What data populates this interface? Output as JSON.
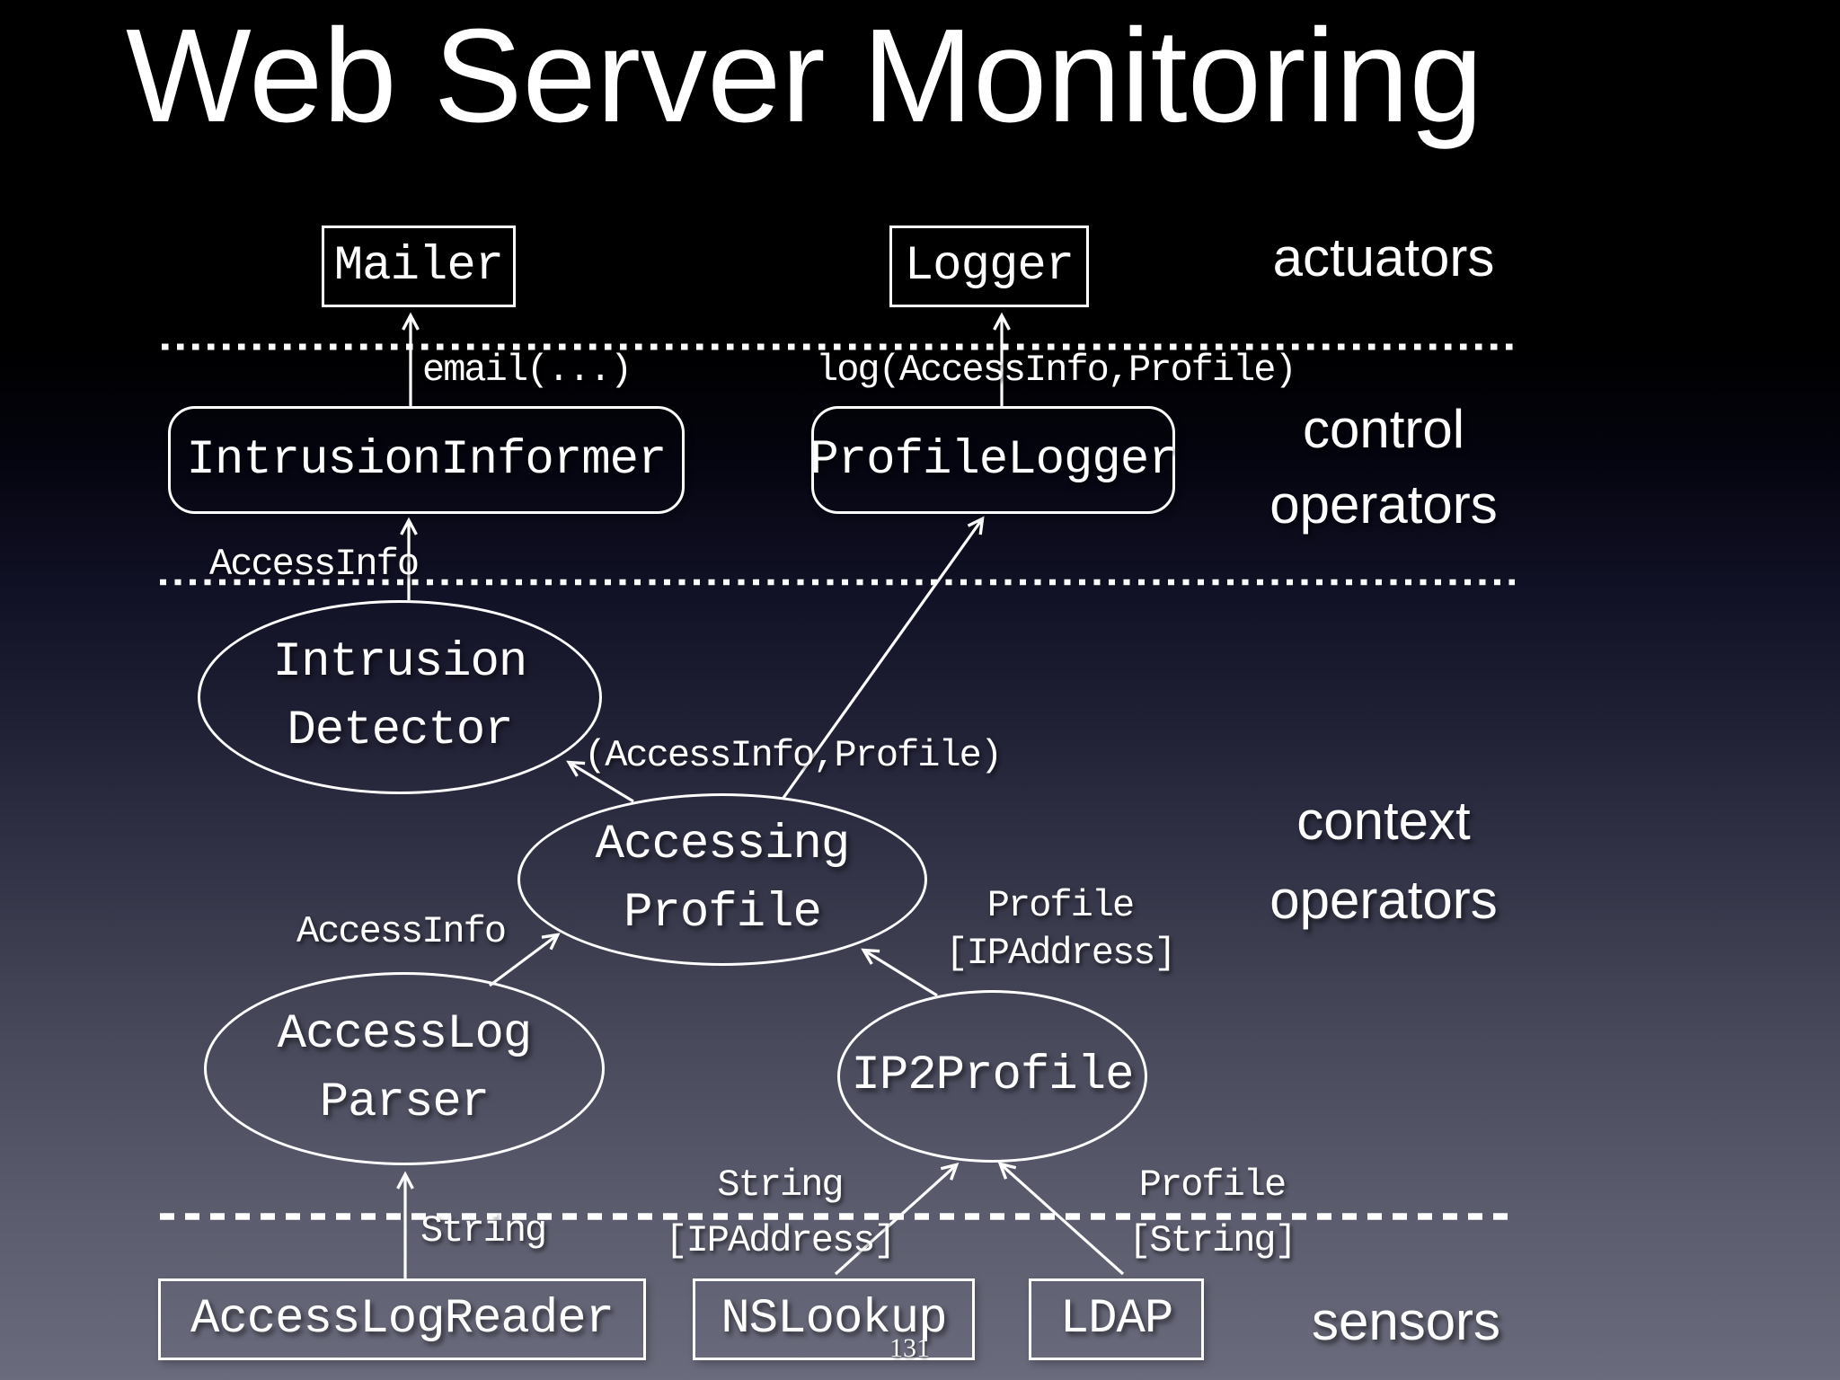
{
  "slide": {
    "title": "Web Server Monitoring",
    "page_number": "131"
  },
  "layer_labels": {
    "actuators": "actuators",
    "control_1": "control",
    "control_2": "operators",
    "context_1": "context",
    "context_2": "operators",
    "sensors": "sensors"
  },
  "nodes": {
    "mailer": "Mailer",
    "logger": "Logger",
    "intrusion_informer": "IntrusionInformer",
    "profile_logger": "ProfileLogger",
    "intrusion_detector_1": "Intrusion",
    "intrusion_detector_2": "Detector",
    "accessing_profile_1": "Accessing",
    "accessing_profile_2": "Profile",
    "accesslog_parser_1": "AccessLog",
    "accesslog_parser_2": "Parser",
    "ip2profile": "IP2Profile",
    "access_log_reader": "AccessLogReader",
    "nslookup": "NSLookup",
    "ldap": "LDAP"
  },
  "edge_labels": {
    "email": "email(...)",
    "log": "log(AccessInfo,Profile)",
    "accessinfo_to_informer": "AccessInfo",
    "accessinfo_profile": "(AccessInfo,Profile)",
    "accessinfo_to_profile": "AccessInfo",
    "profile_ipaddress_1": "Profile",
    "profile_ipaddress_2": "[IPAddress]",
    "string_left": "String",
    "string_ipaddress_1": "String",
    "string_ipaddress_2": "[IPAddress]",
    "profile_string_1": "Profile",
    "profile_string_2": "[String]"
  },
  "colors": {
    "background_top": "#000000",
    "background_bottom": "#6b6c7e",
    "line": "#ffffff",
    "text": "#ffffff"
  }
}
